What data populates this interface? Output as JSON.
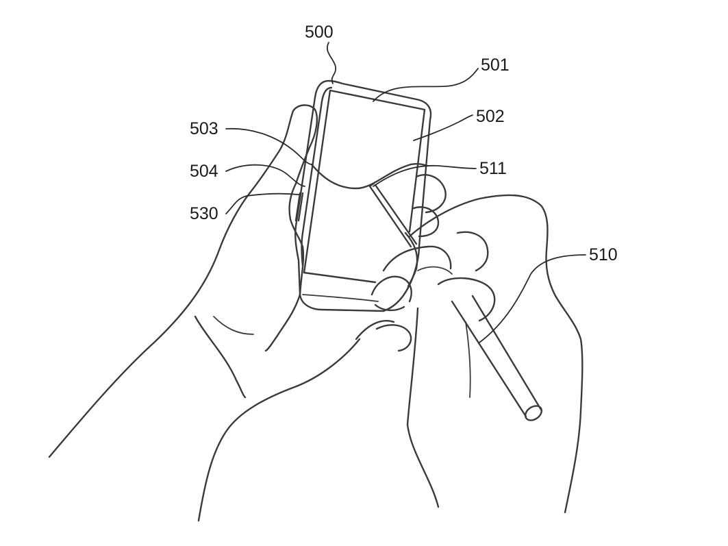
{
  "figure": {
    "labels": {
      "device": "500",
      "display_top": "501",
      "display_main": "502",
      "boundary_line": "503",
      "edge_region": "504",
      "side_button": "530",
      "stylus": "510",
      "stylus_tip": "511"
    },
    "line_color": "#3a3a3a",
    "background": "#ffffff"
  }
}
